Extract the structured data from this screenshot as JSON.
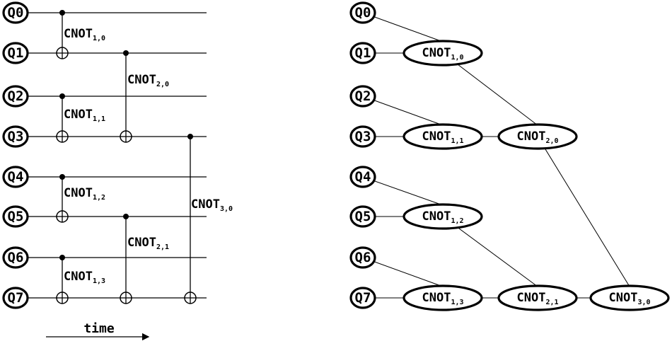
{
  "qubits": [
    "Q0",
    "Q1",
    "Q2",
    "Q3",
    "Q4",
    "Q5",
    "Q6",
    "Q7"
  ],
  "gate_name": "CNOT",
  "gates": [
    {
      "id": "1,0",
      "control": 0,
      "target": 1
    },
    {
      "id": "2,0",
      "control": 1,
      "target": 3
    },
    {
      "id": "1,1",
      "control": 2,
      "target": 3
    },
    {
      "id": "1,2",
      "control": 4,
      "target": 5
    },
    {
      "id": "2,1",
      "control": 5,
      "target": 7
    },
    {
      "id": "1,3",
      "control": 6,
      "target": 7
    },
    {
      "id": "3,0",
      "control": 3,
      "target": 7
    }
  ],
  "time_label": "time"
}
